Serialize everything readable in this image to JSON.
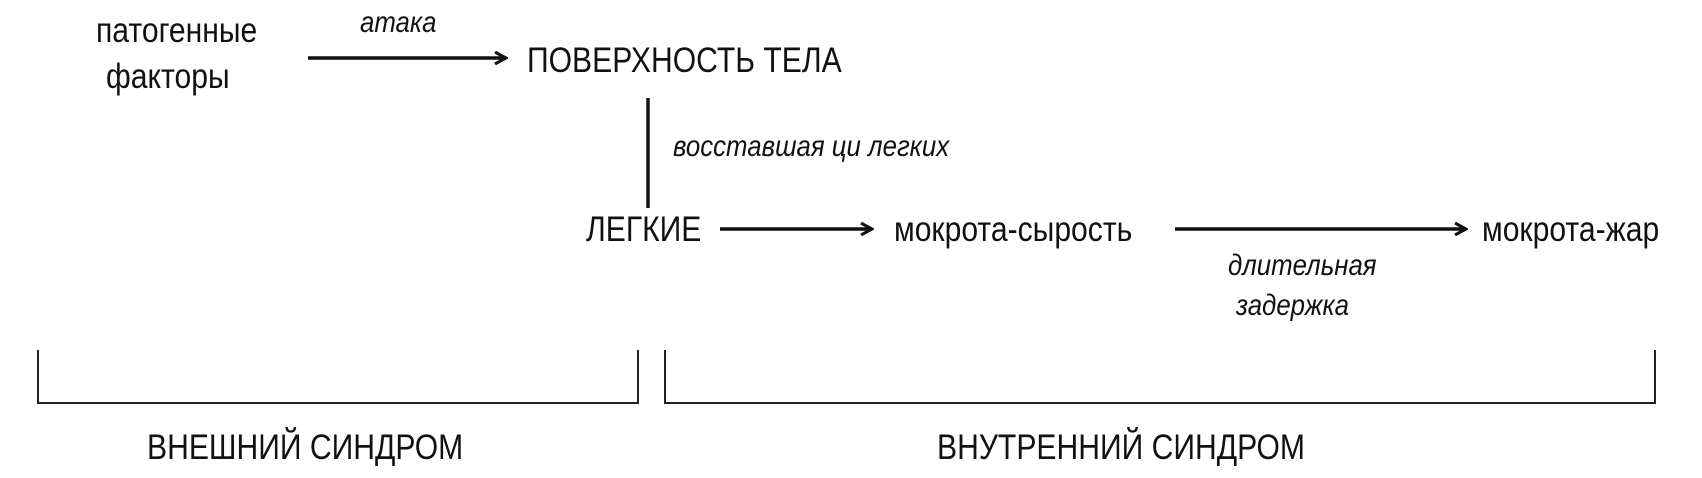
{
  "nodes": {
    "pathogens_line1": "патогенные",
    "pathogens_line2": "факторы",
    "body_surface": "ПОВЕРХНОСТЬ ТЕЛА",
    "lungs": "ЛЕГКИЕ",
    "phlegm_damp": "мокрота-сырость",
    "phlegm_heat": "мокрота-жар"
  },
  "edges": {
    "attack": "атака",
    "rebel_qi": "восставшая ци легких",
    "long_delay_line1": "длительная",
    "long_delay_line2": "задержка"
  },
  "groups": {
    "external": "ВНЕШНИЙ СИНДРОМ",
    "internal": "ВНУТРЕННИЙ СИНДРОМ"
  }
}
